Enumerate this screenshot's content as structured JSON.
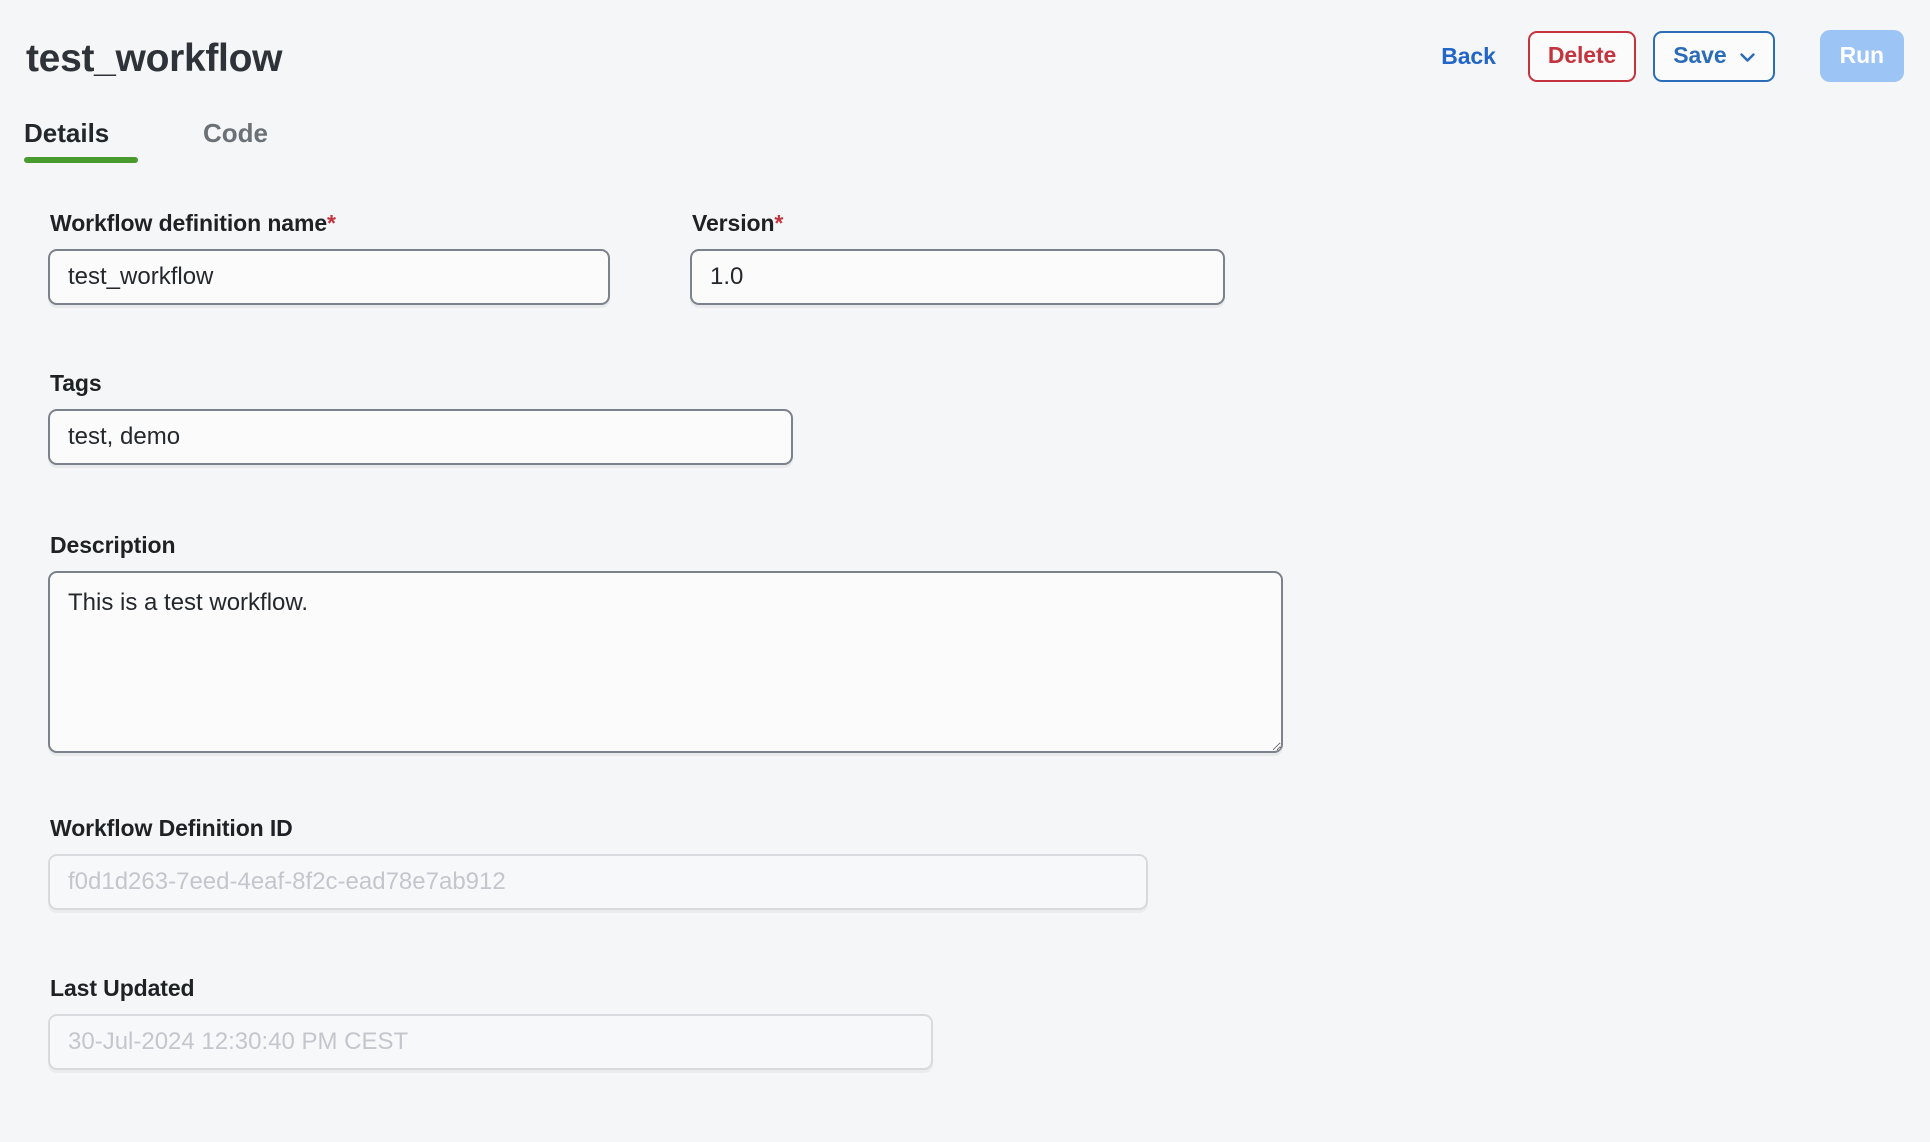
{
  "header": {
    "title": "test_workflow",
    "actions": {
      "back_label": "Back",
      "delete_label": "Delete",
      "save_label": "Save",
      "run_label": "Run"
    }
  },
  "tabs": [
    {
      "label": "Details",
      "active": true
    },
    {
      "label": "Code",
      "active": false
    }
  ],
  "form": {
    "workflow_name": {
      "label": "Workflow definition name",
      "required_marker": "*",
      "value": "test_workflow"
    },
    "version": {
      "label": "Version",
      "required_marker": "*",
      "value": "1.0"
    },
    "tags": {
      "label": "Tags",
      "value": "test, demo"
    },
    "description": {
      "label": "Description",
      "value": "This is a test workflow."
    },
    "workflow_definition_id": {
      "label": "Workflow Definition ID",
      "value": "f0d1d263-7eed-4eaf-8f2c-ead78e7ab912"
    },
    "last_updated": {
      "label": "Last Updated",
      "value": "30-Jul-2024 12:30:40 PM CEST"
    }
  },
  "colors": {
    "background": "#f5f6f7",
    "title": "#2d3338",
    "link_blue": "#2266c7",
    "danger_red": "#c5343e",
    "primary_blue": "#2b6cb8",
    "run_disabled_blue": "#9cc4f4",
    "tab_active_underline": "#4a9b2e",
    "field_border": "#7b828c",
    "field_border_disabled": "#d8dade",
    "placeholder_text": "#c3c7cd"
  }
}
